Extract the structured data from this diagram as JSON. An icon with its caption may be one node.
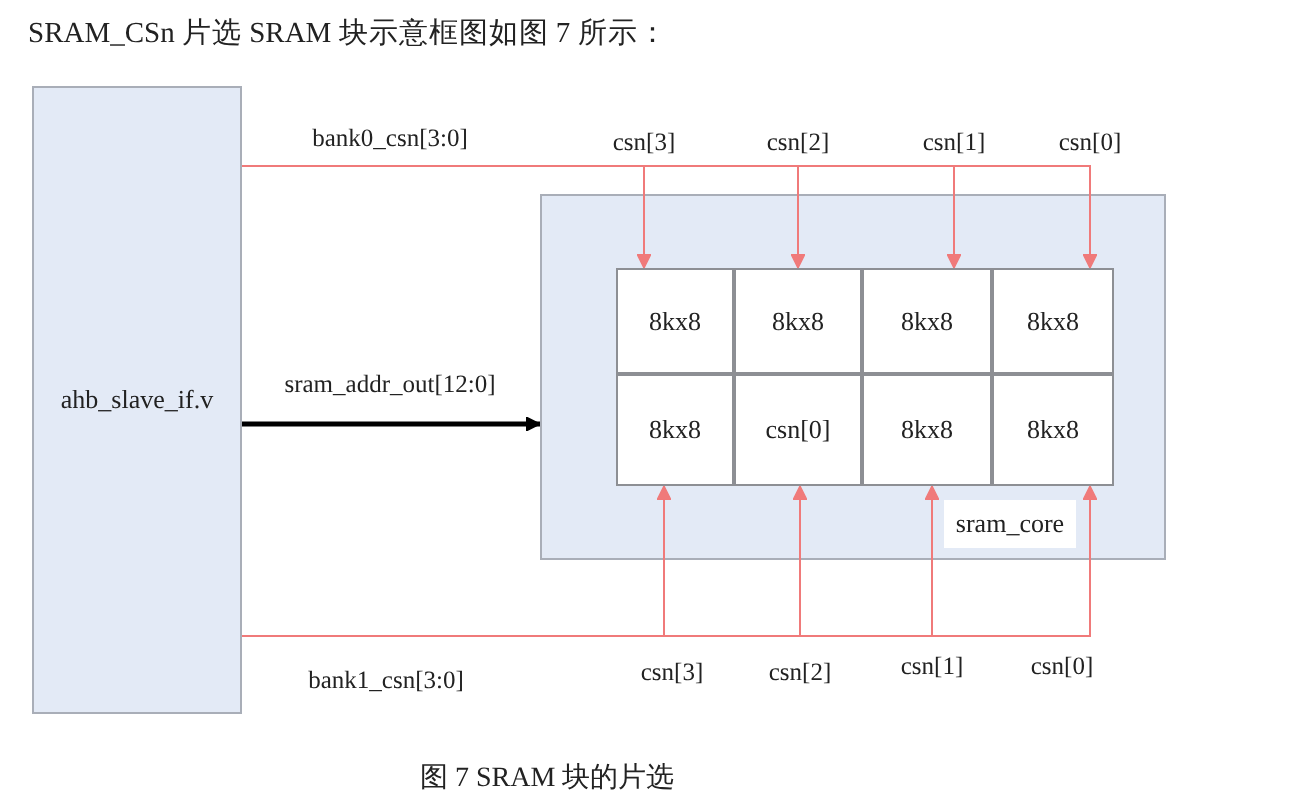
{
  "diagram": {
    "title": "SRAM_CSn 片选 SRAM 块示意框图如图 7 所示：",
    "caption": "图 7 SRAM 块的片选",
    "nodes": [
      {
        "text": [
          "ahb_slave_if.v"
        ]
      },
      {
        "text": [
          "sram_core"
        ]
      },
      {
        "text": [
          "8kx8"
        ],
        "in": 1
      },
      {
        "text": [
          "8kx8"
        ],
        "in": 1
      },
      {
        "text": [
          "8kx8"
        ],
        "in": 1
      },
      {
        "text": [
          "8kx8"
        ],
        "in": 1
      },
      {
        "text": [
          "8kx8"
        ],
        "in": 1
      },
      {
        "text": [
          "csn[0]"
        ],
        "in": 1
      },
      {
        "text": [
          "8kx8"
        ],
        "in": 1
      },
      {
        "text": [
          "8kx8"
        ],
        "in": 1
      }
    ],
    "edges": [
      {
        "from": 0,
        "to": 2,
        "arrow": "to",
        "label": "csn[3]"
      },
      {
        "from": 0,
        "to": 3,
        "arrow": "to",
        "label": "csn[2]"
      },
      {
        "from": 0,
        "to": 4,
        "arrow": "to",
        "label": "csn[1]"
      },
      {
        "from": 0,
        "to": 5,
        "arrow": "to",
        "label": "csn[0]"
      },
      {
        "from": 0,
        "to": 1,
        "arrow": "to",
        "label": "sram_addr_out[12:0]",
        "style": "thick",
        "color": "#000000"
      },
      {
        "from": 0,
        "to": 6,
        "arrow": "to",
        "label": "csn[3]"
      },
      {
        "from": 0,
        "to": 7,
        "arrow": "to",
        "label": "csn[2]"
      },
      {
        "from": 0,
        "to": 8,
        "arrow": "to",
        "label": "csn[1]"
      },
      {
        "from": 0,
        "to": 9,
        "arrow": "to",
        "label": "csn[0]"
      }
    ],
    "labels": [
      "bank0_csn[3:0]",
      "bank1_csn[3:0]"
    ]
  }
}
